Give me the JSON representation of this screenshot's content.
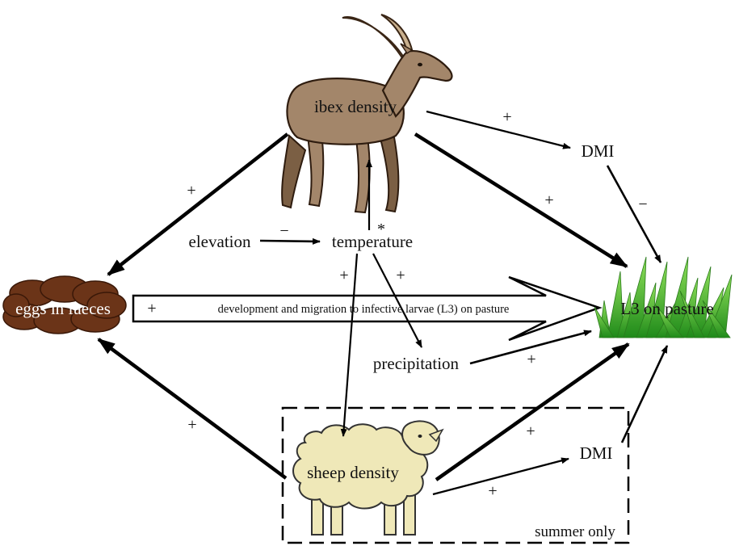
{
  "nodes": {
    "ibex_density": "ibex density",
    "dmi_top": "DMI",
    "elevation": "elevation",
    "temperature": "temperature",
    "eggs_in_faeces": "eggs in faeces",
    "l3_on_pasture": "L3 on pasture",
    "precipitation": "precipitation",
    "sheep_density": "sheep density",
    "dmi_bottom": "DMI",
    "summer_only": "summer only"
  },
  "big_arrow": {
    "sign": "+",
    "label": "development and migration to infective larvae (L3) on pasture"
  },
  "signs": {
    "ibex_to_dmi": "+",
    "dmi_to_l3": "−",
    "ibex_to_l3": "+",
    "ibex_to_eggs": "+",
    "elevation_to_temperature": "−",
    "temperature_to_ibex": "*",
    "temperature_to_sheep": "+",
    "temperature_to_precipitation": "+",
    "precipitation_to_l3": "+",
    "sheep_to_eggs": "+",
    "sheep_to_l3": "+",
    "sheep_to_dmi": "+"
  },
  "colors": {
    "ibex_body": "#a3866a",
    "ibex_horn": "#c9b08e",
    "sheep_wool": "#efe8b8",
    "eggs": "#6b3418",
    "grass": "#3fb82c"
  }
}
